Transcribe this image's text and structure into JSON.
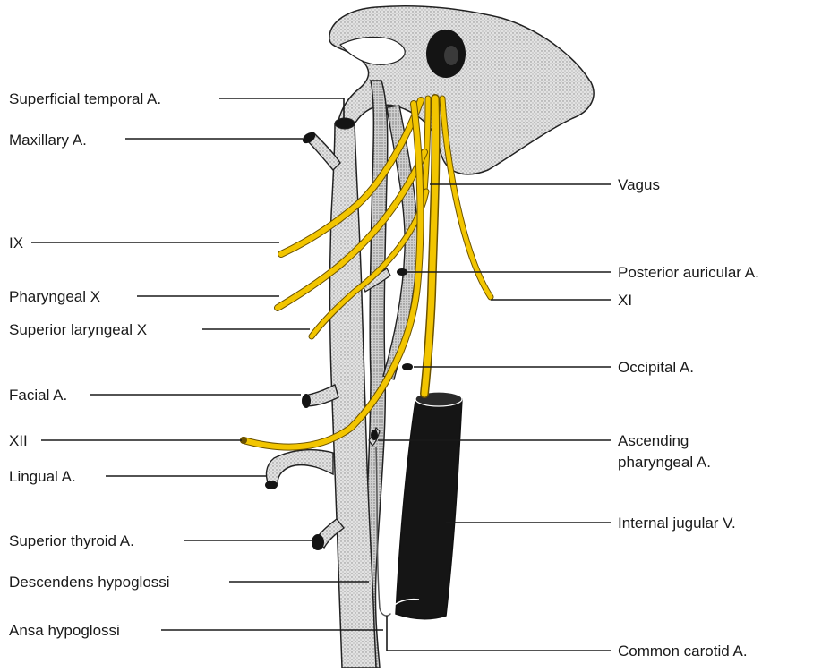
{
  "labels": {
    "left": [
      "Superficial temporal A.",
      "Maxillary A.",
      "IX",
      "Pharyngeal X",
      "Superior laryngeal X",
      "Facial A.",
      "XII",
      "Lingual A.",
      "Superior thyroid A.",
      "Descendens hypoglossi",
      "Ansa hypoglossi"
    ],
    "right": [
      "Vagus",
      "Posterior auricular A.",
      "XI",
      "Occipital A.",
      "Ascending",
      "pharyngeal A.",
      "Internal jugular V.",
      "Common carotid A."
    ]
  },
  "colors": {
    "nerve": "#f2c500",
    "nerve_outline": "#6b5200",
    "artery_fill": "#d6d6d6",
    "vein_fill": "#151515",
    "line": "#1a1a1a",
    "skull_fill": "#e4e4e4"
  }
}
